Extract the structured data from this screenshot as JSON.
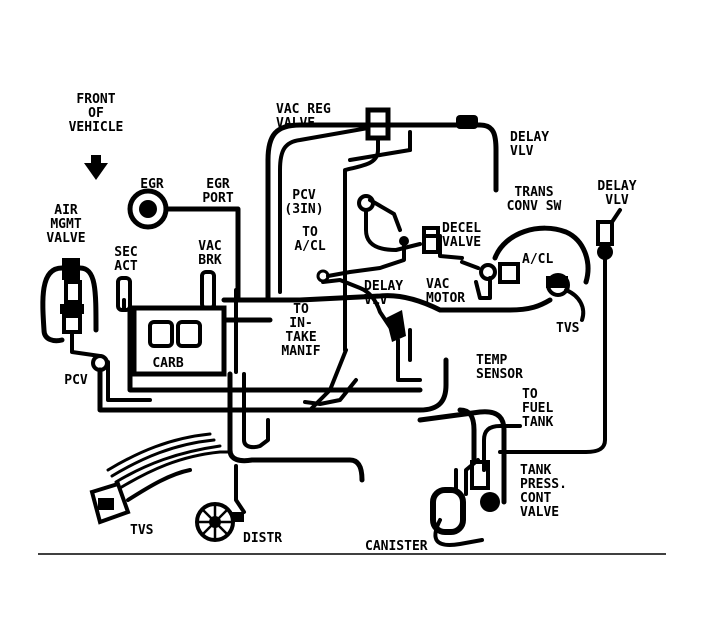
{
  "labels": {
    "front_of_vehicle": "FRONT\nOF\nVEHICLE",
    "egr": "EGR",
    "egr_port": "EGR\nPORT",
    "vac_reg_valve": "VAC REG\nVALVE",
    "delay_vlv_top": "DELAY\nVLV",
    "air_mgmt_valve": "AIR\nMGMT\nVALVE",
    "sec_act": "SEC\nACT",
    "vac_brk": "VAC\nBRK",
    "pcv_3in": "PCV\n(3IN)",
    "to_acl": "TO\nA/CL",
    "decel_valve": "DECEL\nVALVE",
    "trans_conv_sw": "TRANS\nCONV SW",
    "delay_vlv_right": "DELAY\nVLV",
    "acl": "A/CL",
    "vac_motor": "VAC\nMOTOR",
    "delay_vlv_mid": "DELAY\nVLV",
    "to_intake_manif": "TO\nIN-\nTAKE\nMANIF",
    "carb": "CARB",
    "pcv": "PCV",
    "tvs_right": "TVS",
    "temp_sensor": "TEMP\nSENSOR",
    "to_fuel_tank": "TO\nFUEL\nTANK",
    "tank_press_cont_valve": "TANK\nPRESS.\nCONT\nVALVE",
    "tvs_bottom": "TVS",
    "distr": "DISTR",
    "canister": "CANISTER"
  }
}
